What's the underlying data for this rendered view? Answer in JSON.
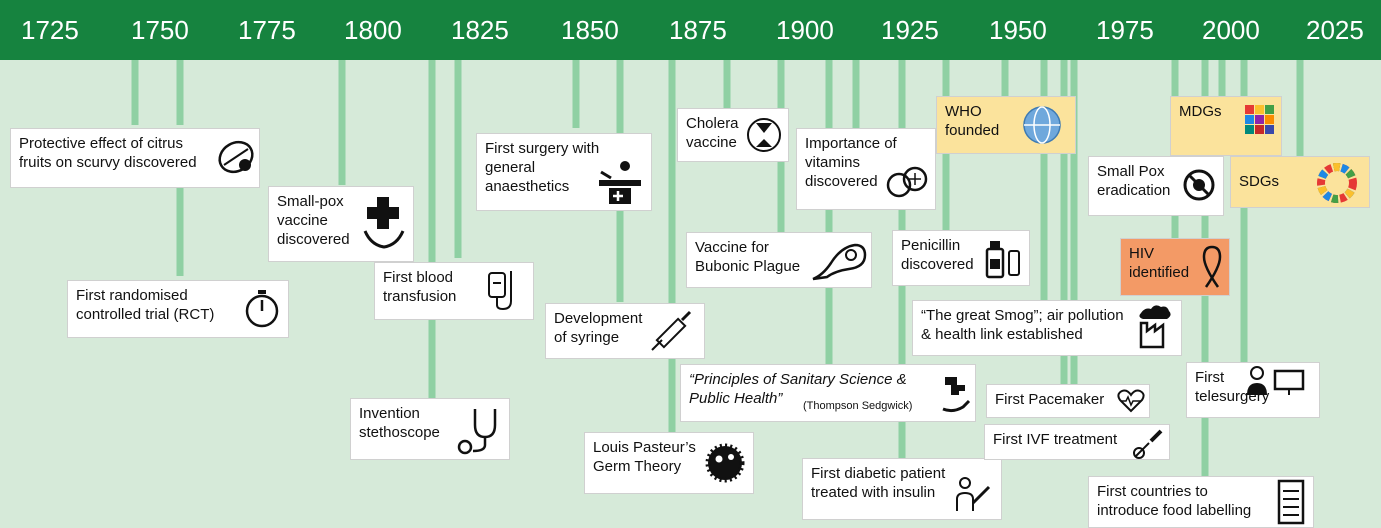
{
  "axis": {
    "years": [
      "1725",
      "1750",
      "1775",
      "1800",
      "1825",
      "1850",
      "1875",
      "1900",
      "1925",
      "1950",
      "1975",
      "2000",
      "2025"
    ]
  },
  "colors": {
    "axis_bar": "#16833f",
    "background": "#d6ead9",
    "connector": "#8fd0a3",
    "box": "#ffffff",
    "highlight_yellow": "#fbe39c",
    "highlight_orange": "#f39a66"
  },
  "events": {
    "citrus": "Protective effect of citrus\nfruits on scurvy discovered",
    "rct": "First randomised\ncontrolled trial (RCT)",
    "smallpox_vaccine": "Small-pox\nvaccine\ndiscovered",
    "blood_transfusion": "First blood\ntransfusion",
    "stethoscope": "Invention\nstethoscope",
    "anaesthetics": "First surgery with\ngeneral\nanaesthetics",
    "syringe": "Development\nof syringe",
    "germ_theory": "Louis Pasteur’s\nGerm Theory",
    "cholera": "Cholera\nvaccine",
    "bubonic": "Vaccine for\nBubonic Plague",
    "sanitary_title": "“Principles of Sanitary Science &\nPublic Health”",
    "sanitary_author": "(Thompson Sedgwick)",
    "vitamins": "Importance of\nvitamins\ndiscovered",
    "insulin": "First diabetic patient\ntreated with insulin",
    "penicillin": "Penicillin\ndiscovered",
    "who": "WHO\nfounded",
    "smog": "“The great Smog”; air pollution\n& health link established",
    "pacemaker": "First Pacemaker",
    "ivf": "First IVF treatment",
    "mdgs": "MDGs",
    "smallpox_erad": "Small Pox\neradication",
    "hiv": "HIV\nidentified",
    "sdgs": "SDGs",
    "telesurgery": "First\ntelesurgery",
    "food_labelling": "First countries to\nintroduce food labelling"
  },
  "icons": {
    "citrus": "lemon-icon",
    "rct": "stopwatch-icon",
    "smallpox_vaccine": "medical-cross-hands-icon",
    "blood_transfusion": "iv-bag-icon",
    "stethoscope": "stethoscope-icon",
    "anaesthetics": "surgery-table-icon",
    "syringe": "syringe-icon",
    "germ_theory": "germ-icon",
    "cholera": "hourglass-vaccine-icon",
    "bubonic": "bacterium-icon",
    "sanitary": "tap-hand-icon",
    "vitamins": "fruit-bowl-icon",
    "insulin": "patient-injection-icon",
    "penicillin": "medicine-vials-icon",
    "who": "who-globe-icon",
    "smog": "factory-smoke-icon",
    "pacemaker": "heartbeat-icon",
    "ivf": "pipette-icon",
    "mdgs": "mdg-grid-icon",
    "smallpox_erad": "no-virus-icon",
    "hiv": "awareness-ribbon-icon",
    "sdgs": "sdg-wheel-icon",
    "telesurgery": "doctor-monitor-icon",
    "food_labelling": "food-label-icon"
  }
}
